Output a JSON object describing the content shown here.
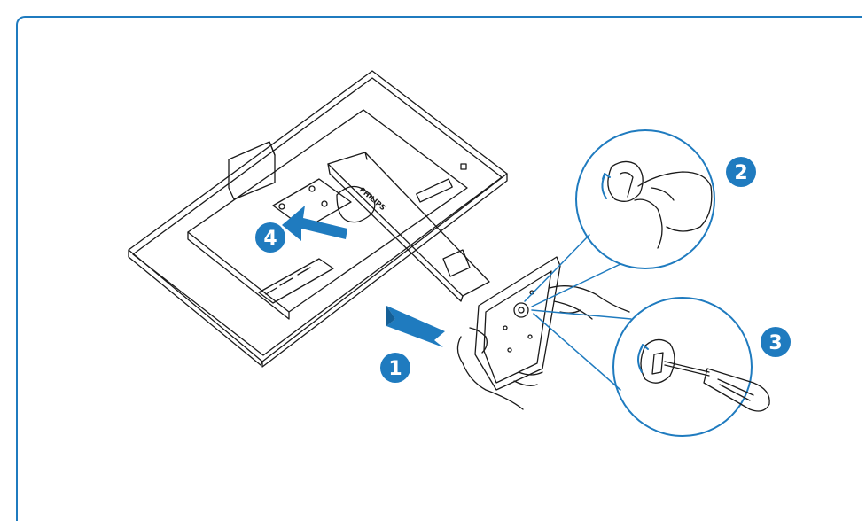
{
  "colors": {
    "frame": "#1f7bbf",
    "accent": "#1f7bbf",
    "line": "#1a1a1a",
    "arrow": "#1f7bbf"
  },
  "steps": [
    {
      "label": "1"
    },
    {
      "label": "2"
    },
    {
      "label": "3"
    },
    {
      "label": "4"
    }
  ],
  "icons": [
    "monitor-back-illustration",
    "stand-base-illustration",
    "hands-illustration",
    "screwdriver-icon",
    "direction-arrow"
  ]
}
